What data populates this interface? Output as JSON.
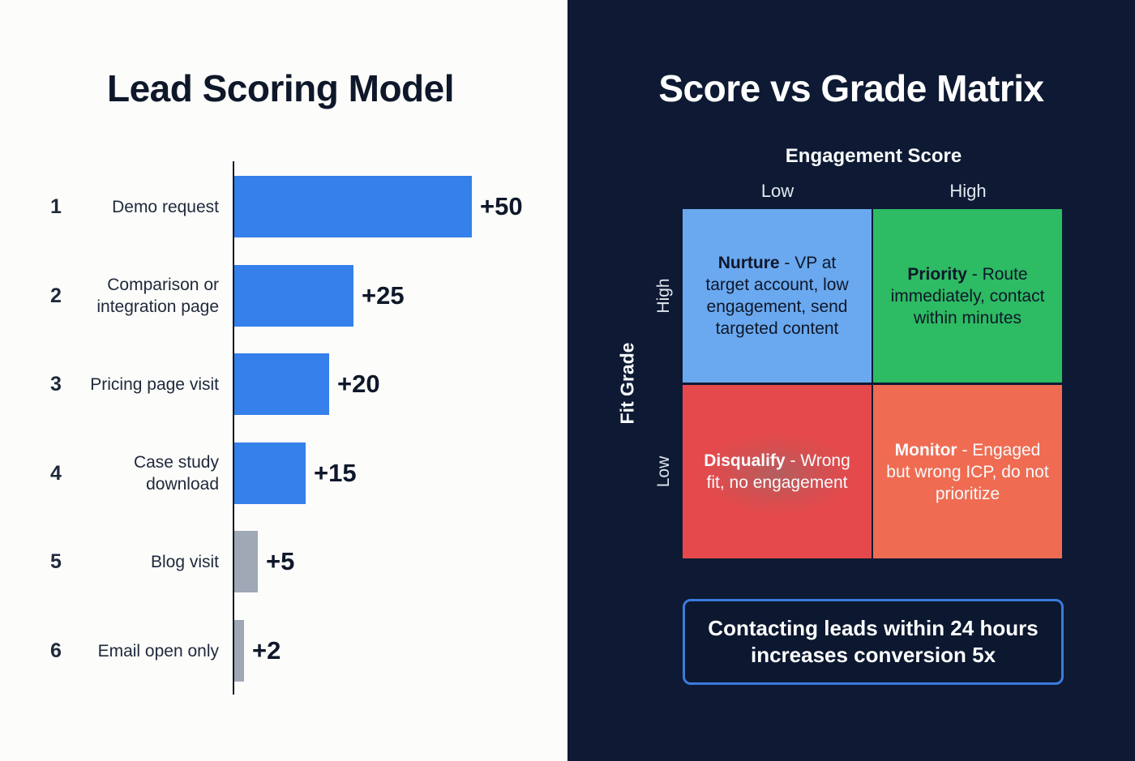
{
  "left_panel": {
    "title": "Lead Scoring Model"
  },
  "right_panel": {
    "title": "Score vs Grade Matrix",
    "x_axis_title": "Engagement Score",
    "y_axis_title": "Fit Grade",
    "columns": [
      "Low",
      "High"
    ],
    "rows": [
      "High",
      "Low"
    ],
    "cells": {
      "nurture": {
        "bold": "Nurture",
        "text": " - VP at target account, low engagement, send targeted content",
        "color": "#6aa9ef"
      },
      "priority": {
        "bold": "Priority",
        "text": " - Route immediately, contact within minutes",
        "color": "#2dbb63"
      },
      "disqualify": {
        "bold": "Disqualify",
        "text": " - Wrong fit, no engagement",
        "color": "#e6494b"
      },
      "monitor": {
        "bold": "Monitor",
        "text": " - Engaged but wrong ICP, do not prioritize",
        "color": "#ef6c52"
      }
    },
    "callout": "Contacting leads within 24 hours increases conversion 5x"
  },
  "chart_data": [
    {
      "type": "bar",
      "orientation": "horizontal",
      "title": "Lead Scoring Model",
      "categories": [
        "Demo request",
        "Comparison or integration page",
        "Pricing page visit",
        "Case study download",
        "Blog visit",
        "Email open only"
      ],
      "ranks": [
        "1",
        "2",
        "3",
        "4",
        "5",
        "6"
      ],
      "values": [
        50,
        25,
        20,
        15,
        5,
        2
      ],
      "value_labels": [
        "+50",
        "+25",
        "+20",
        "+15",
        "+5",
        "+2"
      ],
      "colors": [
        "#3580ea",
        "#3580ea",
        "#3580ea",
        "#3580ea",
        "#a0a8b6",
        "#a0a8b6"
      ],
      "xlabel": "",
      "ylabel": "",
      "grid": false
    },
    {
      "type": "table",
      "title": "Score vs Grade Matrix",
      "xlabel": "Engagement Score",
      "ylabel": "Fit Grade",
      "columns": [
        "Low",
        "High"
      ],
      "rows": [
        "High",
        "Low"
      ],
      "cells": [
        [
          "Nurture - VP at target account, low engagement, send targeted content",
          "Priority - Route immediately, contact within minutes"
        ],
        [
          "Disqualify - Wrong fit, no engagement",
          "Monitor - Engaged but wrong ICP, do not prioritize"
        ]
      ],
      "annotation": "Contacting leads within 24 hours increases conversion 5x"
    }
  ]
}
